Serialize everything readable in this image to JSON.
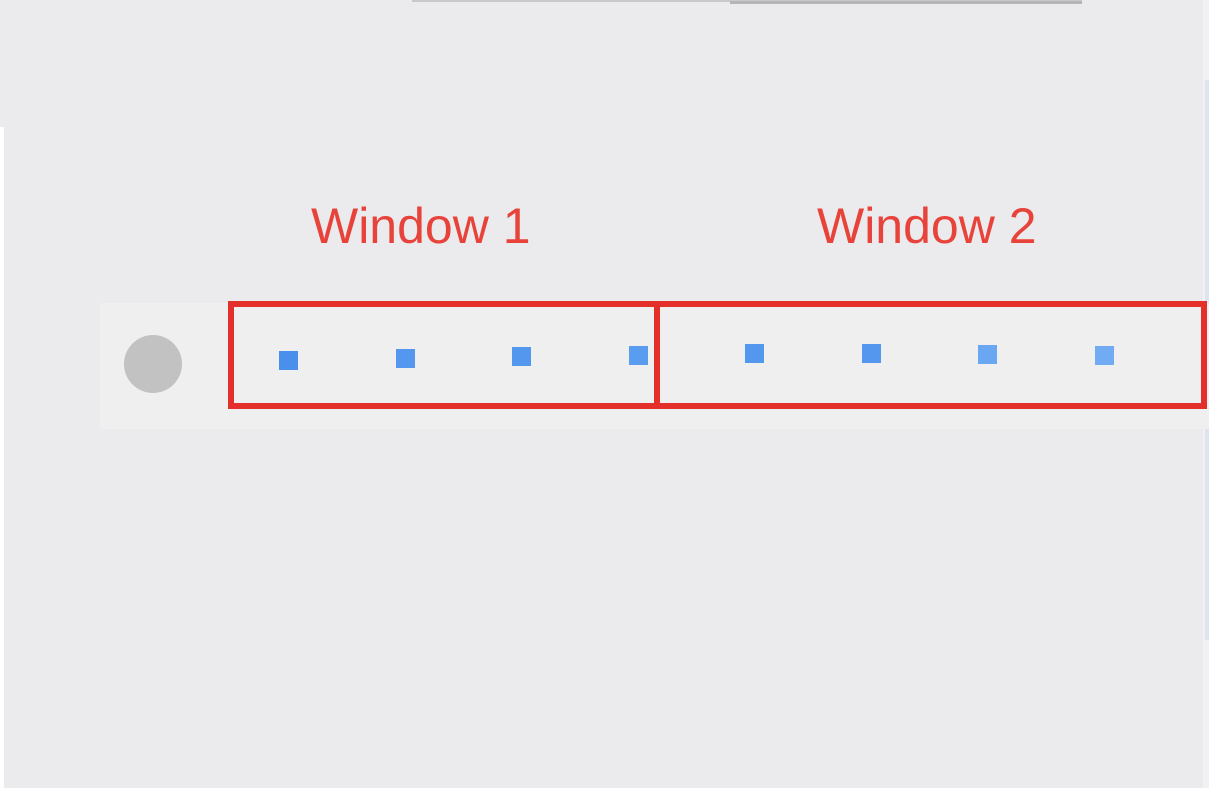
{
  "windows": [
    {
      "label": "Window 1"
    },
    {
      "label": "Window 2"
    }
  ],
  "items": [
    {
      "window": 1,
      "color": "#4a8fec"
    },
    {
      "window": 1,
      "color": "#5398ee"
    },
    {
      "window": 1,
      "color": "#5398ee"
    },
    {
      "window": 1,
      "color": "#5a9cf0"
    },
    {
      "window": 2,
      "color": "#5398ee"
    },
    {
      "window": 2,
      "color": "#5398ee"
    },
    {
      "window": 2,
      "color": "#6aa7f2"
    },
    {
      "window": 2,
      "color": "#70abf3"
    }
  ],
  "colors": {
    "label": "#e8433a",
    "window_border": "#e3302a",
    "item": "#4f95ee",
    "indicator": "#c2c2c2",
    "background": "#ebeaec",
    "strip": "#efefef"
  }
}
